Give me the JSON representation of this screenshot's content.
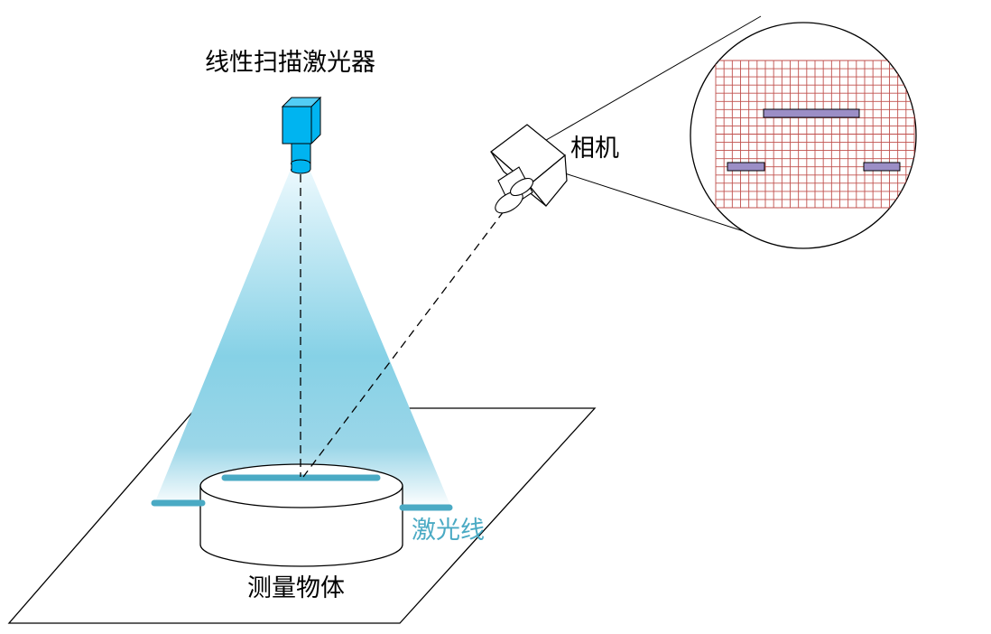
{
  "labels": {
    "laser": "线性扫描激光器",
    "camera": "相机",
    "laser_line": "激光线",
    "object": "测量物体"
  },
  "colors": {
    "laser_body": "#00b4f0",
    "laser_line": "#4aaac4",
    "beam_top": "#eaf8fd",
    "beam_mid": "#86d1e6",
    "grid": "#c0504d",
    "sensor_bar": "#9b8ec6",
    "stroke": "#000000"
  },
  "icons": {
    "laser": "laser-scanner-icon",
    "camera": "camera-icon"
  },
  "sensor_view": {
    "grid_columns": 24,
    "grid_rows": 18
  }
}
